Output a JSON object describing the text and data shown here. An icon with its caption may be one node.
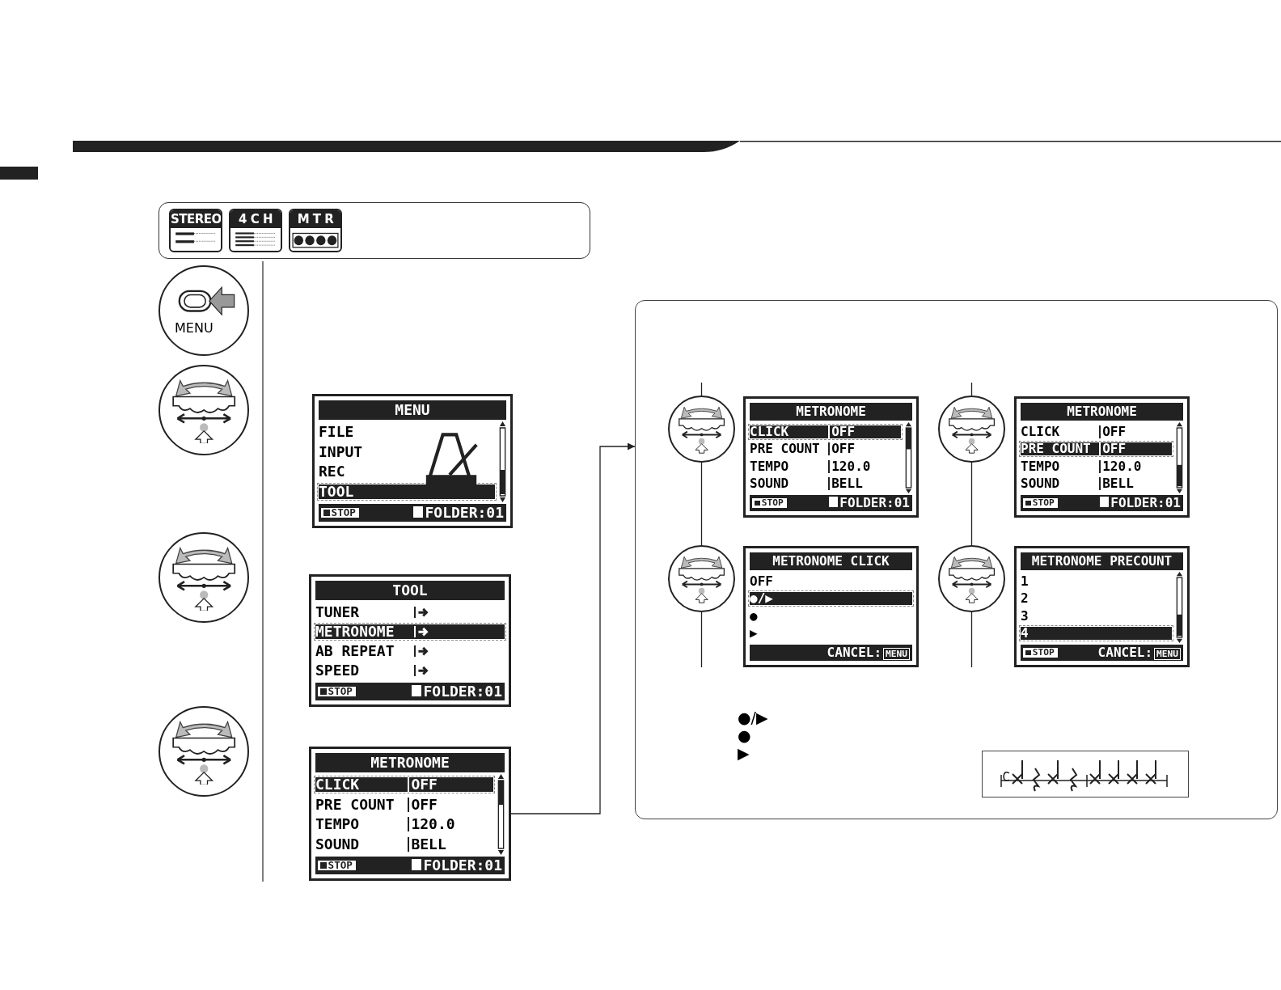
{
  "diagram": {
    "nodes": [
      {
        "text": [
          "STEREO",
          "4 C H",
          "M T R"
        ]
      },
      {
        "text": [
          "MENU"
        ]
      },
      {
        "text": [],
        "shape": "picture"
      },
      {
        "text": [],
        "shape": "picture"
      },
      {
        "text": [],
        "shape": "picture"
      },
      {
        "text": [
          "MENU",
          "FILE",
          "INPUT",
          "REC",
          "TOOL",
          "STOP",
          "FOLDER:01"
        ]
      },
      {
        "text": [
          "TOOL",
          "TUNER",
          "METRONOME",
          "AB REPEAT",
          "SPEED",
          "STOP",
          "FOLDER:01"
        ]
      },
      {
        "text": [
          "METRONOME",
          "CLICK",
          "OFF",
          "PRE COUNT",
          "OFF",
          "TEMPO",
          "120.0",
          "SOUND",
          "BELL",
          "STOP",
          "FOLDER:01"
        ]
      },
      {
        "text": [],
        "shape": "box"
      },
      {
        "text": [],
        "shape": "picture",
        "in": 8
      },
      {
        "text": [
          "METRONOME",
          "CLICK",
          "OFF",
          "PRE COUNT",
          "OFF",
          "TEMPO",
          "120.0",
          "SOUND",
          "BELL",
          "STOP",
          "FOLDER:01"
        ],
        "in": 8
      },
      {
        "text": [],
        "shape": "picture",
        "in": 8
      },
      {
        "text": [
          "METRONOME",
          "CLICK",
          "OFF",
          "PRE COUNT",
          "OFF",
          "TEMPO",
          "120.0",
          "SOUND",
          "BELL",
          "STOP",
          "FOLDER:01"
        ],
        "in": 8
      },
      {
        "text": [],
        "shape": "picture",
        "in": 8
      },
      {
        "text": [
          "METRONOME CLICK",
          "OFF",
          "●/▶",
          "●",
          "▶",
          "CANCEL:",
          "MENU"
        ],
        "in": 8
      },
      {
        "text": [],
        "shape": "picture",
        "in": 8
      },
      {
        "text": [
          "METRONOME PRECOUNT",
          "1",
          "2",
          "3",
          "4",
          "STOP",
          "CANCEL:",
          "MENU"
        ],
        "in": 8
      }
    ],
    "edges": [
      {
        "from": 7,
        "to": 8,
        "arrow": "to"
      },
      {
        "from": null,
        "to": 9,
        "arrow": "none"
      },
      {
        "from": 9,
        "to": 13,
        "arrow": "none"
      },
      {
        "from": 13,
        "to": null,
        "arrow": "none"
      },
      {
        "from": null,
        "to": 11,
        "arrow": "none"
      },
      {
        "from": 11,
        "to": 15,
        "arrow": "none"
      },
      {
        "from": 15,
        "to": null,
        "arrow": "none"
      }
    ],
    "labels": [
      "●/▶",
      "●",
      "▶"
    ]
  }
}
